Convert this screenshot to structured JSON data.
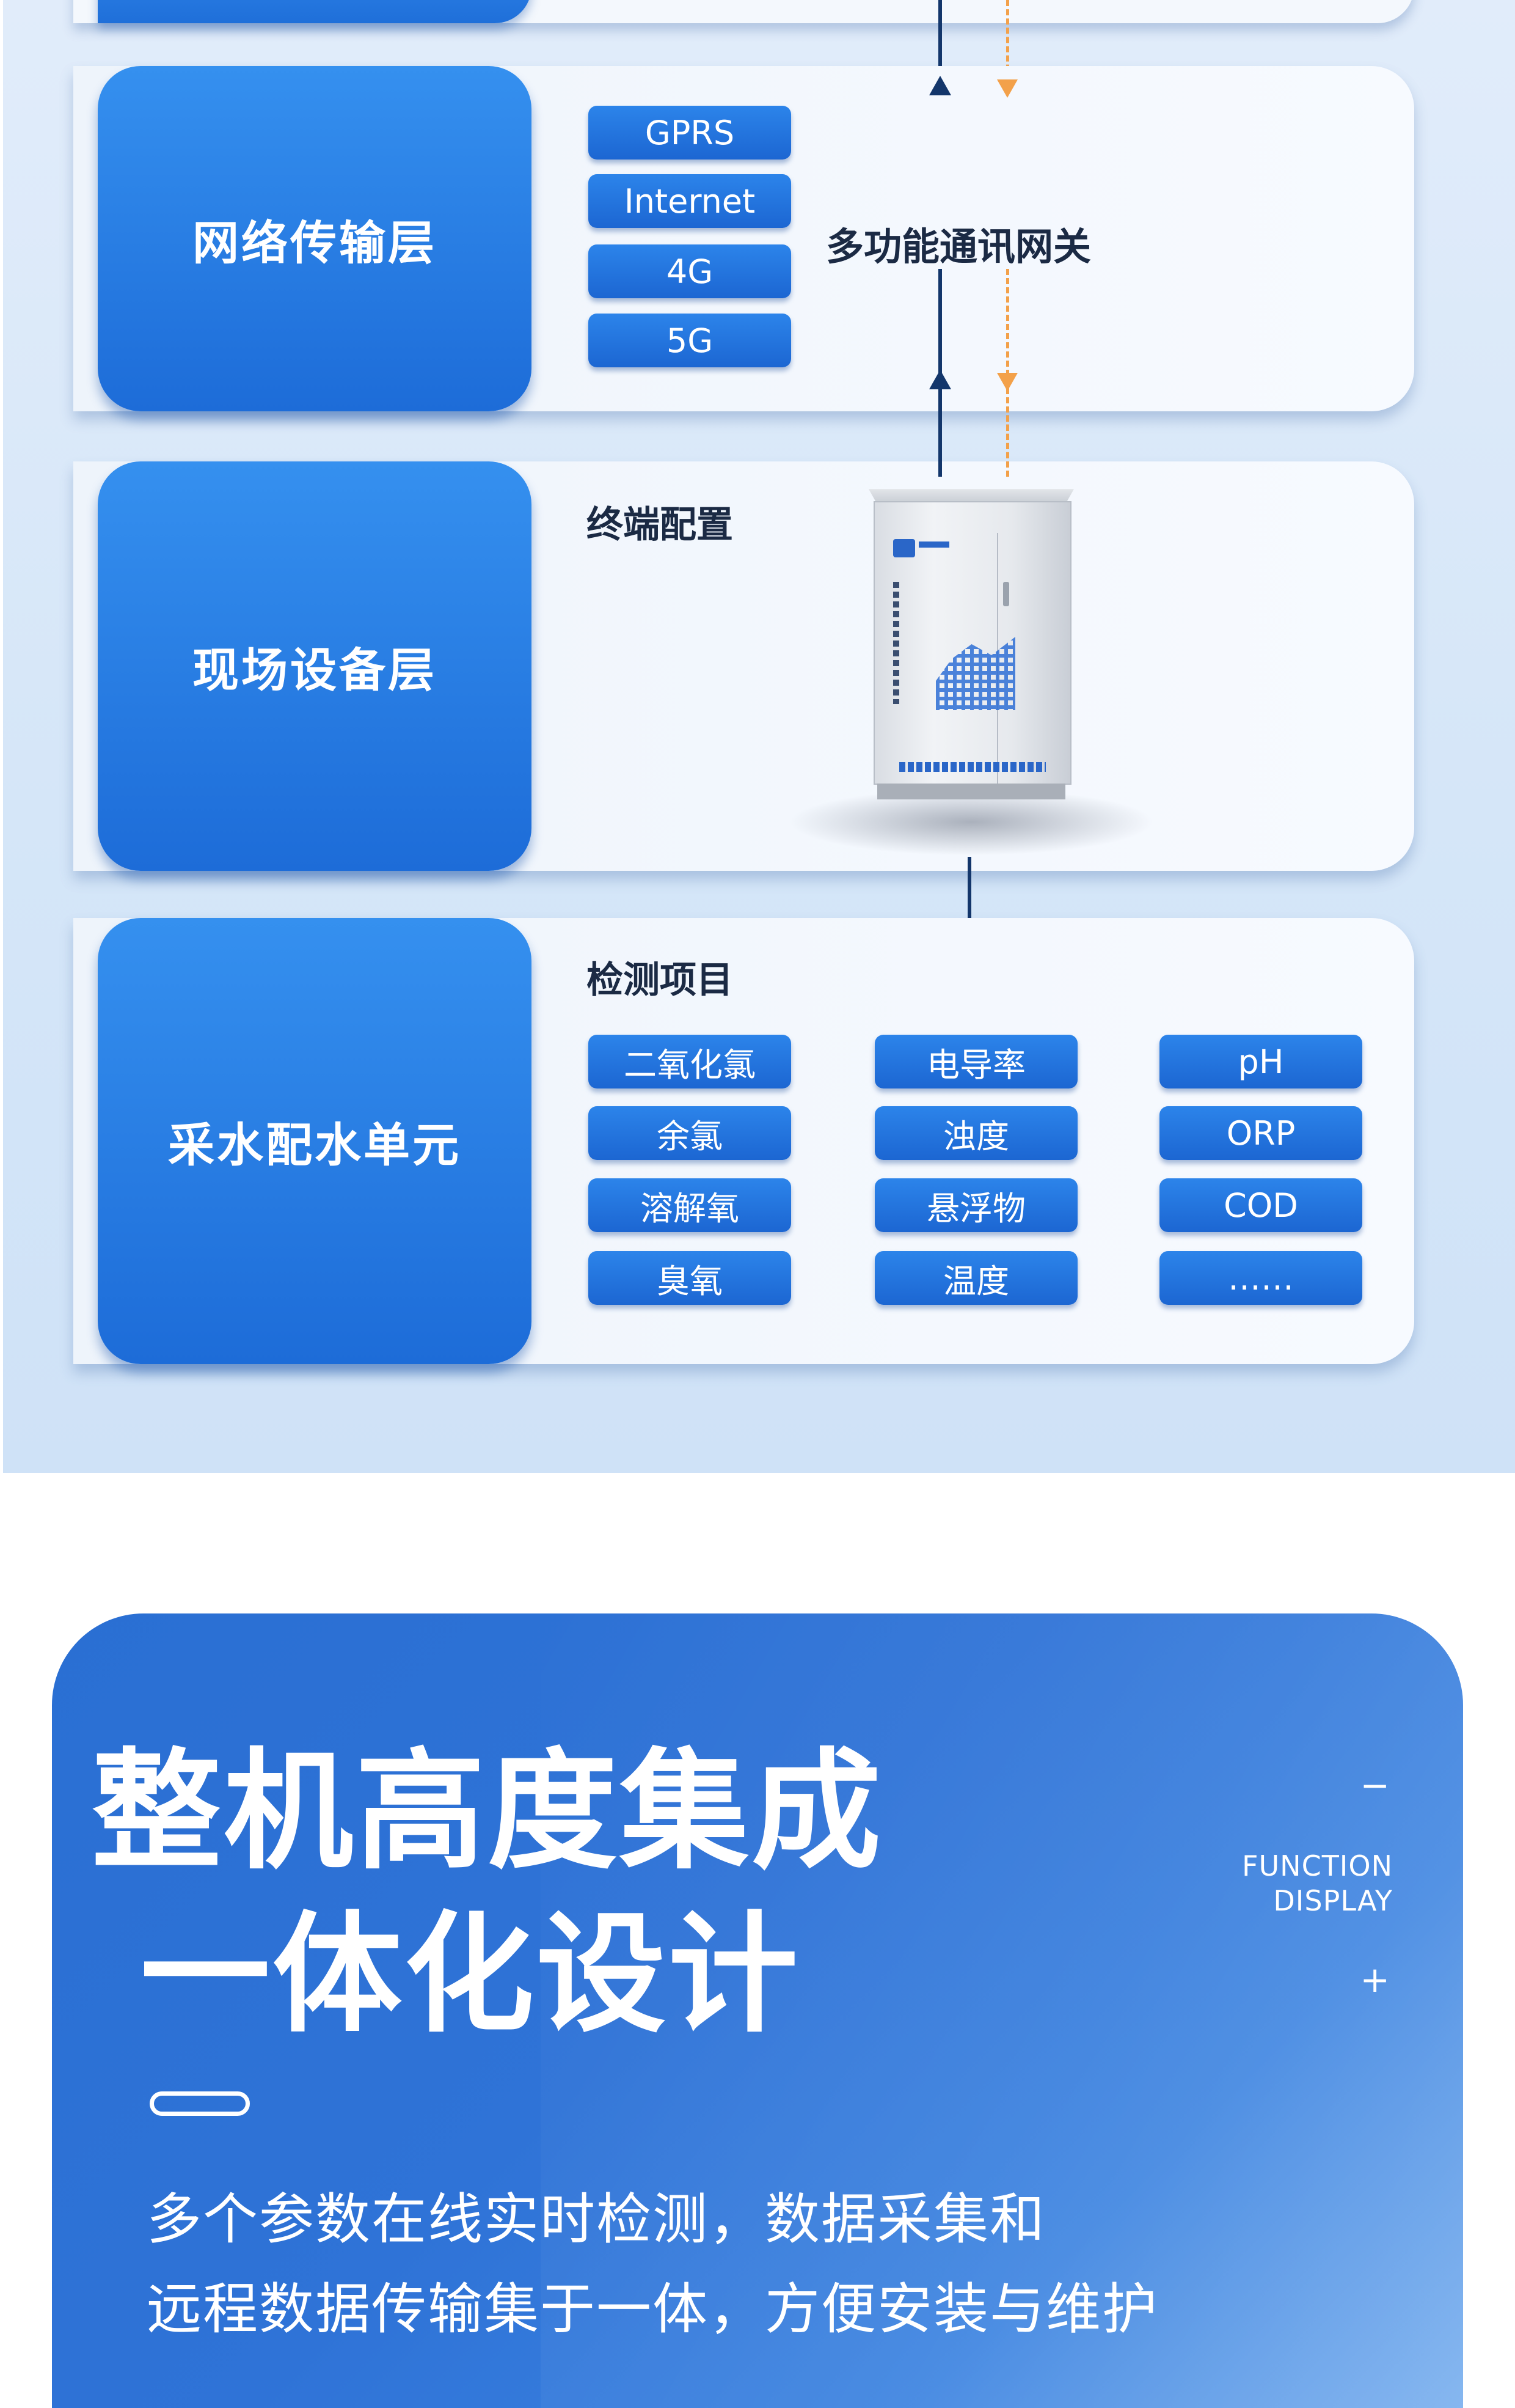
{
  "architecture": {
    "rows": [
      {
        "name": "网络传输层",
        "items": [
          "GPRS",
          "Internet",
          "4G",
          "5G"
        ],
        "gateway_label": "多功能通讯网关"
      },
      {
        "name": "现场设备层",
        "section_label": "终端配置"
      },
      {
        "name": "采水配水单元",
        "section_label": "检测项目",
        "items_col1": [
          "二氧化氯",
          "余氯",
          "溶解氧",
          "臭氧"
        ],
        "items_col2": [
          "电导率",
          "浊度",
          "悬浮物",
          "温度"
        ],
        "items_col3": [
          "pH",
          "ORP",
          "COD",
          "……"
        ]
      }
    ]
  },
  "banner": {
    "title_line1": "整机高度集成",
    "title_line2": "一体化设计",
    "side_minus": "−",
    "side_line1": "FUNCTION",
    "side_line2": "DISPLAY",
    "side_plus": "+",
    "desc_line1": "多个参数在线实时检测，数据采集和",
    "desc_line2": "远程数据传输集于一体，方便安装与维护"
  },
  "colors": {
    "tab_blue": "#1f6fd9",
    "pill_blue": "#2479e0",
    "line_navy": "#13366b",
    "dash_orange": "#f3a14a",
    "banner_blue": "#2f73d7"
  }
}
